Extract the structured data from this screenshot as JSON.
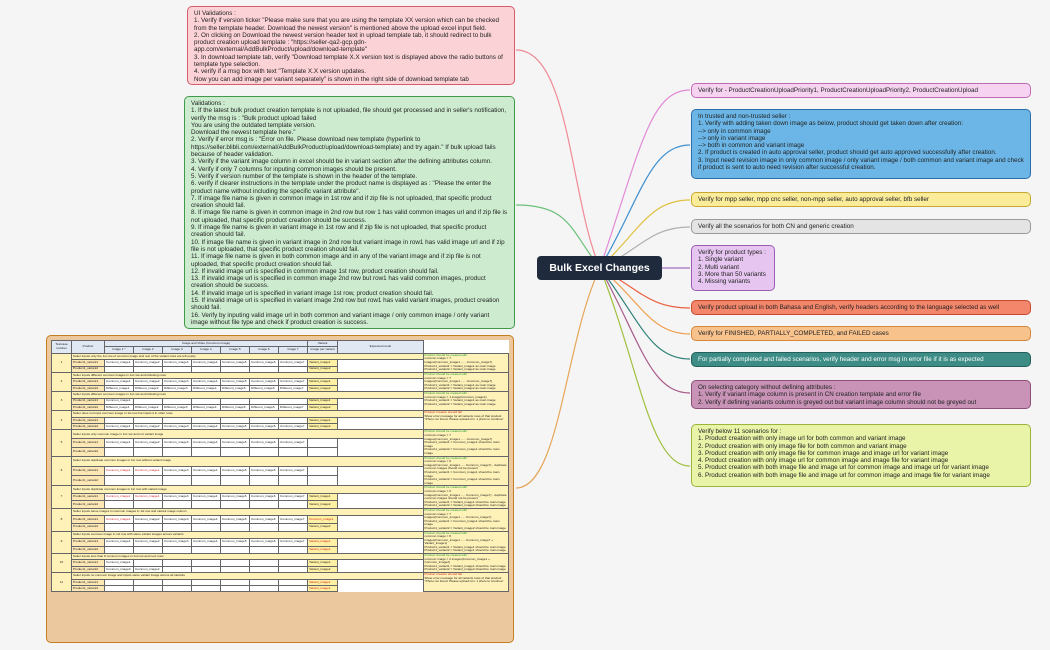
{
  "center": {
    "title": "Bulk Excel Changes"
  },
  "colors": {
    "center": "#1f2b3d",
    "ui_bg": "#fbd2d6",
    "val_bg": "#cdeccf",
    "table_border": "#c47d1f"
  },
  "nodes": {
    "ui": {
      "text": "UI Validations :\n1. Verify if version ticker \"Please make sure that you are using the template XX version which can be checked from the template header. Download the newest version\" is mentioned above the upload excel input field.\n2. On clicking on Download the newest version header text in upload template tab, it should redirect to bulk product creation upload template : \"https://seller-qa2-gcp.gdn-app.com/external/AddBulkProduct/upload/download-template\"\n3. In download template tab, verify \"Download template X.X version text is displayed above the radio buttons of template type selection.\n4. verify if a msg box with text \"Template X.X version updates.\nNow you can add image per variant separately\" is shown in the right side of download template tab"
    },
    "validations": {
      "text": "Validations :\n1. If the latest bulk product creation template is not uploaded, file should get processed and in seller's notification, verify the msg is : \"Bulk product upload failed\nYou are using the outdated template version.\nDownload the newest template here.\"\n2. Verify if error msg is : \"Error on file. Please download new template (hyperlink to https://seller.blibli.com/external/AddBulkProduct/upload/download-template) and try again.\" If bulk upload fails because of header validation.\n3. Verify if the variant image column in excel should be in variant section after the defining attributes column.\n4. Verify if only 7 columns for inputing common images should be present.\n5. Verify if version number of the template is shown in the header of the template.\n6. verify if clearer instructions in the template under the product name is displayed as : \"Please the enter the product name without including the specific variant attribute\".\n7. If image file name is given in common image in 1st row and if zip file is not uploaded, that specific product creation should fail.\n8. If image file name is given in common image in 2nd row but row 1 has valid common images url and if zip file is not uploaded, that specific product creation should be success.\n9. If image file name is given in variant image in 1st row and if zip file is not uploaded, that specific product creation should fail.\n10. If image file name is given in variant image in 2nd row but variant image in row1 has valid image url and if zip file is not uploaded, that specific product creation should fail.\n11. If image file name is given in both common image and in any of the variant image and if zip file is not uploaded, that specific product creation should fail.\n12. If invalid image url is specified in common image 1st row, product creation should fail.\n13. If invalid image url is specified in common image 2nd row but row1 has valid common images, product creation should be success.\n14. If invalid image url is specified in variant image 1st row, product creation should fail.\n15. If invalid image url is specified in variant image 2nd row but row1 has valid variant images, product creation should fail.\n16. Verify by inputing valid image url in both common and variant image / only common image / only variant image without file type and check if product creation is success."
    },
    "r1": {
      "text": "Verify for - ProductCreationUploadPriority1, ProductCreationUploadPriority2, ProductCreationUpload"
    },
    "r2": {
      "text": "In trusted and non-trusted seller :\n1. Verify with adding taken down image as below, product should get taken down after creation:\n--> only in common image\n--> only in variant image\n--> both in common and variant image\n2. If product is created in auto approval seller, product should get auto approved successfully after creation.\n3. Input need revision image in only common image / only variant image / both common and variant image and check if product is sent to auto need revision after successful creation."
    },
    "r3": {
      "text": "Verify for mpp seller, mpp cnc seller, non-mpp seller, auto approval seller, bfb seller"
    },
    "r4": {
      "text": "Verify all the scenarios for both CN and generic creation"
    },
    "r5": {
      "text": "Verify for product types :\n1. Single variant\n2. Multi variant\n3. More than 50 variants\n4. Missing variants"
    },
    "r6": {
      "text": "Verify product upload in both Bahasa and English, verify headers according to the language selected as well"
    },
    "r7": {
      "text": "Verify for FINISHED, PARTIALLY_COMPLETED, and FAILED cases"
    },
    "r8": {
      "text": "For partially completed and failed scenarios, verify header and error msg in error file if it is as expected"
    },
    "r9": {
      "text": "On selecting category without defining attributes :\n1. Verify if variant image column is present in CN creation template and error file\n2. Verify if defining variants column is greyed out but variant image column should not be greyed out"
    },
    "r10": {
      "text": "Verify below 11 scenarios for :\n1. Product creation with only image url for both common and variant image\n2. Product creation with only image file for both common and variant image\n3. Product creation with only image file for common image and image url for variant image\n4. Product creation with only image url for common image and image file for variant image\n5. Product creation with both image file and image url for common image and image url for variant image\n6. Product creation with both image file and image url for common image and image file for variant image"
    }
  },
  "table": {
    "h_tc": "Testcase number",
    "h_product": "Product",
    "h_group": "Image and Video (Common Image)",
    "h_variant": "Variant",
    "h_expected": "Expected result",
    "h_images": [
      "Image 1 *",
      "Image 2",
      "Image 3",
      "Image 4",
      "Image 5",
      "Image 6",
      "Image 7"
    ],
    "h_vimg": "Image per variant",
    "cases": [
      {
        "no": "1",
        "scenario": "Seller inputs only the 1st row of common image and rest of the variant rows are left empty",
        "rows": [
          [
            "Product1_variant1",
            "Common_image1",
            "Common_image2",
            "Common_image3",
            "Common_image4",
            "Common_image5",
            "Common_image6",
            "Common_image7",
            "Variant_image1"
          ],
          [
            "Product1_variant2",
            "",
            "",
            "",
            "",
            "",
            "",
            "",
            "Variant_image2"
          ]
        ],
        "expected": [
          "Product should be created with :",
          "common image = 7 images(Common_image1........Common_image7)",
          "Product1_variant1 = Variant_image1 as main image",
          "Product1_variant2 = Variant_image2 as main image"
        ],
        "fail": false
      },
      {
        "no": "2",
        "scenario": "Seller inputs different common images in 1st row and following rows",
        "rows": [
          [
            "Product1_variant1",
            "Common_image1",
            "Common_image2",
            "Common_image3",
            "Common_image4",
            "Common_image5",
            "Common_image6",
            "Common_image7",
            "Variant_image1"
          ],
          [
            "Product1_variant2",
            "Different_image1",
            "Different_image2",
            "Different_image3",
            "Different_image4",
            "Different_image5",
            "Different_image6",
            "Different_image7",
            "Variant_image2"
          ]
        ],
        "expected": [
          "Product should be created with :",
          "common image = 7 images(Common_image1........Common_image7)",
          "Product1_variant1 = Variant_image1 as main image",
          "Product1_variant2 = Variant_image2 as main image"
        ],
        "fail": false
      },
      {
        "no": "3",
        "scenario": "Seller inputs different common images in 1st row and following rows",
        "rows": [
          [
            "Product1_variant1",
            "Common_image1",
            "",
            "",
            "",
            "",
            "",
            "",
            "Variant_image1"
          ],
          [
            "Product1_variant2",
            "Different_image1",
            "Different_image2",
            "Different_image3",
            "Different_image4",
            "Different_image5",
            "Different_image6",
            "Different_image7",
            "Variant_image2"
          ]
        ],
        "expected": [
          "Product should be created with :",
          "common image = 1 image(Common_image1)",
          "Product1_variant1 = Variant_image1 as main image",
          "Product1_variant2 = Variant_image2 as main image"
        ],
        "fail": false
      },
      {
        "no": "4",
        "scenario": "Seller does not input common image in 1st row but inputs it in other rows",
        "rows": [
          [
            "Product1_variant1",
            "",
            "",
            "",
            "",
            "",
            "",
            "",
            "Variant_image1"
          ],
          [
            "Product1_variant2",
            "Common_image1",
            "Common_image2",
            "Common_image3",
            "Common_image4",
            "Common_image5",
            "Common_image6",
            "Common_image7",
            "Variant_image2"
          ]
        ],
        "expected": [
          "Product creation should fail",
          "Show error message for all variants rows of that product: \"Photo not found. Please upload min. 1 photo to continue\""
        ],
        "fail": true
      },
      {
        "no": "5",
        "scenario": "Seller inputs only common image in 1st row and not variant image",
        "rows": [
          [
            "Product1_variant1",
            "Common_image1",
            "Common_image2",
            "Common_image3",
            "Common_image4",
            "Common_image5",
            "Common_image6",
            "Common_image7",
            ""
          ],
          [
            "Product1_variant2",
            "",
            "",
            "",
            "",
            "",
            "",
            "",
            ""
          ]
        ],
        "expected": [
          "Product should be created with :",
          "common image = 7 images(Common_image1........Common_image7)",
          "Product1_variant1 = Common_image1 should be main image",
          "Product1_variant2 = Common_image1 should be main image"
        ],
        "fail": false
      },
      {
        "no": "6",
        "scenario": "Seller inputs duplicate common images in 1st row without variant image",
        "rows": [
          [
            "Product1_variant1",
            "Common_image1",
            "Common_image1",
            "Common_image3",
            "Common_image4",
            "Common_image5",
            "Common_image6",
            "Common_image7",
            ""
          ],
          [
            "Product1_variant2",
            "",
            "",
            "",
            "",
            "",
            "",
            "",
            ""
          ]
        ],
        "expected": [
          "Product should be created with :",
          "common image = 6 images(Common_image1.......Common_image7) - duplicate common images should not be present",
          "Product1_variant1 = Common_image1 should be main image",
          "Product1_variant2 = Common_image1 should be main image"
        ],
        "fail": false
      },
      {
        "no": "7",
        "scenario": "Seller inputs duplicate common images in 1st row with variant image",
        "rows": [
          [
            "Product1_variant1",
            "Common_image1",
            "Common_image1",
            "Common_image3",
            "Common_image4",
            "Common_image5",
            "Common_image6",
            "Common_image7",
            "Variant_image1"
          ],
          [
            "Product1_variant2",
            "",
            "",
            "",
            "",
            "",
            "",
            "",
            "Variant_image2"
          ]
        ],
        "expected": [
          "Product should be created with :",
          "common image = 6 images(Common_image1.......Common_image7) - duplicate common images should not be present",
          "Product1_variant1 = Variant_image1 should be main image",
          "Product1_variant2 = Variant_image2 should be main image"
        ],
        "fail": false
      },
      {
        "no": "8",
        "scenario": "Seller inputs same images in common images in 1st row and variant image column",
        "rows": [
          [
            "Product1_variant1",
            "Common_image1",
            "Common_image2",
            "Common_image3",
            "Common_image4",
            "Common_image5",
            "Common_image6",
            "Common_image7",
            "Common_image1"
          ],
          [
            "Product1_variant2",
            "",
            "",
            "",
            "",
            "",
            "",
            "",
            "Variant_image2"
          ]
        ],
        "expected": [
          "Product should be created with :",
          "common image = 7 images(Common_image1.......Common_image7)",
          "Product1_variant1 = Common_image1 should be main image",
          "Product1_variant2 = Variant_image2 should be main image"
        ],
        "fail": false
      },
      {
        "no": "9",
        "scenario": "Seller inputs common image in 1st row with same variant images across variants",
        "rows": [
          [
            "Product1_variant1",
            "Common_image1",
            "Common_image2",
            "Common_image3",
            "Common_image4",
            "Common_image5",
            "Common_image6",
            "Common_image7",
            "Variant_image1"
          ],
          [
            "Product1_variant2",
            "",
            "",
            "",
            "",
            "",
            "",
            "",
            "Variant_image1"
          ]
        ],
        "expected": [
          "Product should be created with :",
          "common image = 8 images(Common_image1.......Common_image7 + Variant_image1)",
          "Product1_variant1 = Variant_image1 should be main image",
          "Product1_variant2 = Variant_image1 should be main image"
        ],
        "fail": false
      },
      {
        "no": "10",
        "scenario": "Seller inputs less than 8 common images in 1st row and next rows",
        "rows": [
          [
            "Product1_variant1",
            "Common_image1",
            "",
            "",
            "",
            "",
            "",
            "",
            "Variant_image1"
          ],
          [
            "Product1_variant2",
            "Common_image9",
            "Common_image2",
            "",
            "",
            "",
            "",
            "",
            "Variant_image2"
          ]
        ],
        "expected": [
          "Product should be created with :",
          "common image = 2 images(Common_image1 + Common_image2)",
          "Product1_variant1 = Variant_image1 should be main image",
          "Product1_variant2 = Variant_image2 should be main image"
        ],
        "fail": false
      },
      {
        "no": "11",
        "scenario": "Seller inputs no common image and inputs same variant image across all variants",
        "rows": [
          [
            "Product1_variant1",
            "",
            "",
            "",
            "",
            "",
            "",
            "",
            "Variant_image1"
          ],
          [
            "Product1_variant2",
            "",
            "",
            "",
            "",
            "",
            "",
            "",
            "Variant_image1"
          ]
        ],
        "expected": [
          "Product creation should fail",
          "Show error message for all variants rows of that product: \"Photo not found. Please upload min. 1 photo to continue\""
        ],
        "fail": true
      }
    ]
  }
}
